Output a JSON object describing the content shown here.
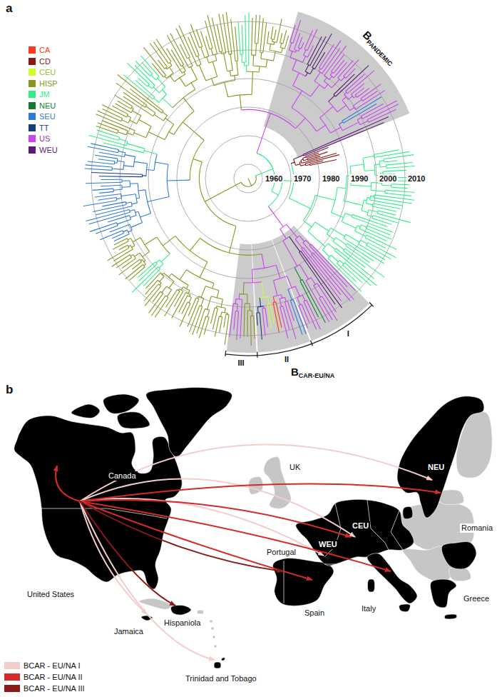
{
  "diagram": {
    "labels": [
      "a",
      "B",
      "PANDEMIC",
      "1960",
      "1970",
      "1980",
      "1990",
      "2000",
      "2010",
      "III",
      "II",
      "I",
      "B",
      "CAR-EU/NA",
      "b",
      "Canada",
      "UK",
      "NEU",
      "CEU",
      "WEU",
      "Romania",
      "United States",
      "Portugal",
      "Spain",
      "Italy",
      "Greece",
      "Jamaica",
      "Hispaniola",
      "Trinidad and Tobago"
    ],
    "legend": [
      {
        "text": "CA",
        "color": "#ff3a1a"
      },
      {
        "text": "CD",
        "color": "#8c1515"
      },
      {
        "text": "CEU",
        "color": "#ccff33"
      },
      {
        "text": "HISP",
        "color": "#8a9520"
      },
      {
        "text": "JM",
        "color": "#33ee88"
      },
      {
        "text": "NEU",
        "color": "#137a35"
      },
      {
        "text": "SEU",
        "color": "#2f7bd8"
      },
      {
        "text": "TT",
        "color": "#163e7a"
      },
      {
        "text": "US",
        "color": "#cc44ee"
      },
      {
        "text": "WEU",
        "color": "#5c1a78"
      },
      {
        "text": "BCAR - EU/NA I",
        "color": "#f4cccc"
      },
      {
        "text": "BCAR - EU/NA II",
        "color": "#d42a2a"
      },
      {
        "text": "BCAR - EU/NA III",
        "color": "#8b1a1a"
      }
    ]
  }
}
